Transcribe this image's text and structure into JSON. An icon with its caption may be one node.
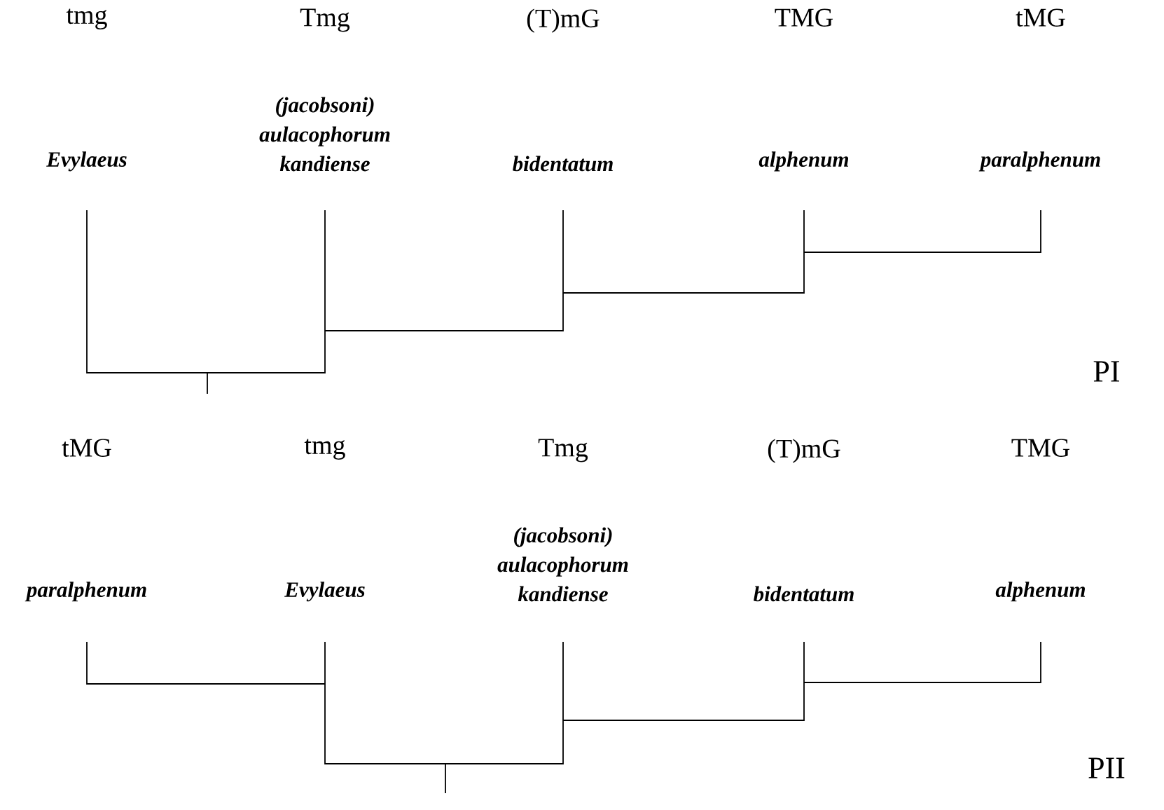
{
  "diagram": {
    "nodes": [
      {
        "text": [
          "tmg",
          "Evylaeus"
        ]
      },
      {
        "text": [
          "Tmg",
          "(jacobsoni) aulacophorum kandiense"
        ]
      },
      {
        "text": [
          "(T)mG",
          "bidentatum"
        ]
      },
      {
        "text": [
          "TMG",
          "alphenum"
        ]
      },
      {
        "text": [
          "tMG",
          "paralphenum"
        ]
      },
      {
        "text": [
          "tMG",
          "paralphenum"
        ]
      },
      {
        "text": [
          "tmg",
          "Evylaeus"
        ]
      },
      {
        "text": [
          "Tmg",
          "(jacobsoni) aulacophorum kandiense"
        ]
      },
      {
        "text": [
          "(T)mG",
          "bidentatum"
        ]
      },
      {
        "text": [
          "TMG",
          "alphenum"
        ]
      }
    ],
    "labels": [
      "PI",
      "PII"
    ]
  }
}
